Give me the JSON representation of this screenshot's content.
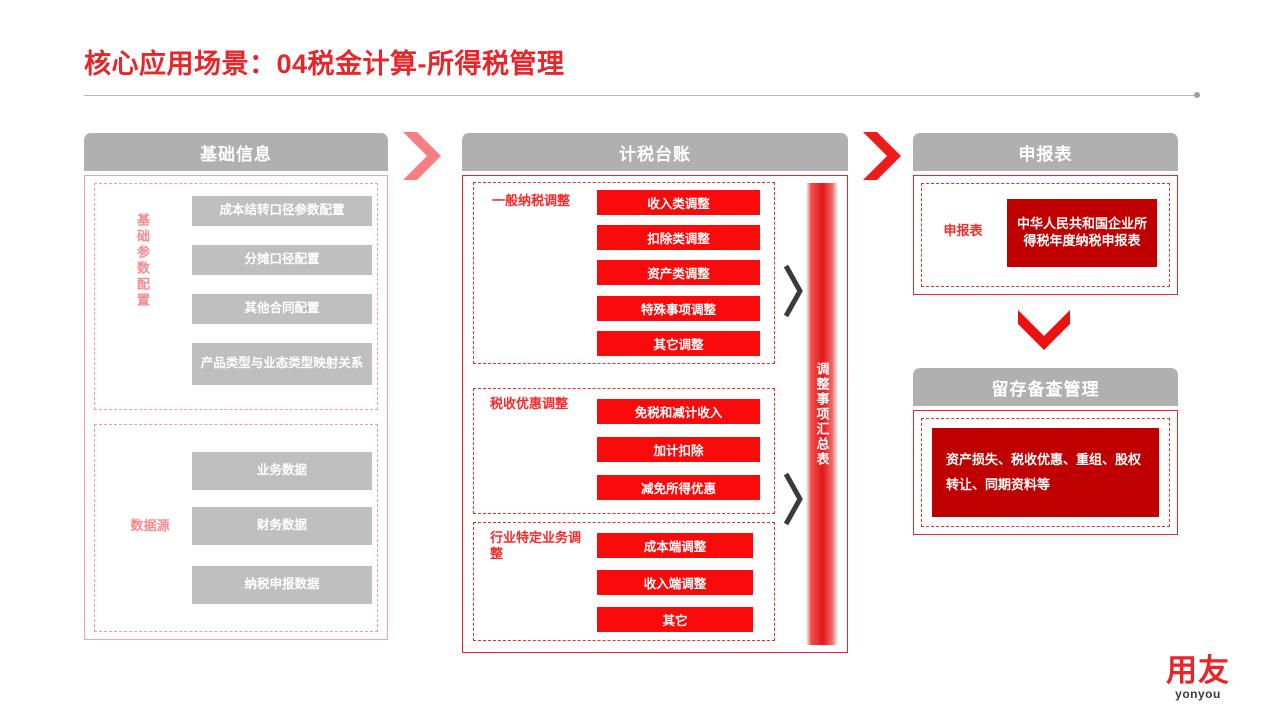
{
  "slide": {
    "title": "核心应用场景：04税金计算-所得税管理"
  },
  "columns": {
    "basic_info": {
      "header": "基础信息",
      "groups": [
        {
          "label": "基础参数配置",
          "items": [
            "成本结转口径参数配置",
            "分摊口径配置",
            "其他合同配置",
            "产品类型与业态类型映射关系"
          ]
        },
        {
          "label": "数据源",
          "items": [
            "业务数据",
            "财务数据",
            "纳税申报数据"
          ]
        }
      ]
    },
    "tax_ledger": {
      "header": "计税台账",
      "groups": [
        {
          "label": "一般纳税调整",
          "items": [
            "收入类调整",
            "扣除类调整",
            "资产类调整",
            "特殊事项调整",
            "其它调整"
          ]
        },
        {
          "label": "税收优惠调整",
          "items": [
            "免税和减计收入",
            "加计扣除",
            "减免所得优惠"
          ]
        },
        {
          "label": "行业特定业务调整",
          "items": [
            "成本端调整",
            "收入端调整",
            "其它"
          ]
        }
      ],
      "summary_bar": "调整事项汇总表"
    },
    "declaration": {
      "header": "申报表",
      "group_label": "申报表",
      "item": "中华人民共和国企业所得税年度纳税申报表"
    },
    "archive": {
      "header": "留存备查管理",
      "item": "资产损失、税收优惠、重组、股权转让、同期资料等"
    }
  },
  "logo": {
    "cn": "用友",
    "en": "yonyou"
  },
  "colors": {
    "brand_red": "#e8262a",
    "bright_red": "#fa0a0a",
    "dark_red": "#c00000",
    "salmon": "#f98a8e",
    "gray_header": "#b0b0b0",
    "gray_chip": "#bfbfbf"
  }
}
